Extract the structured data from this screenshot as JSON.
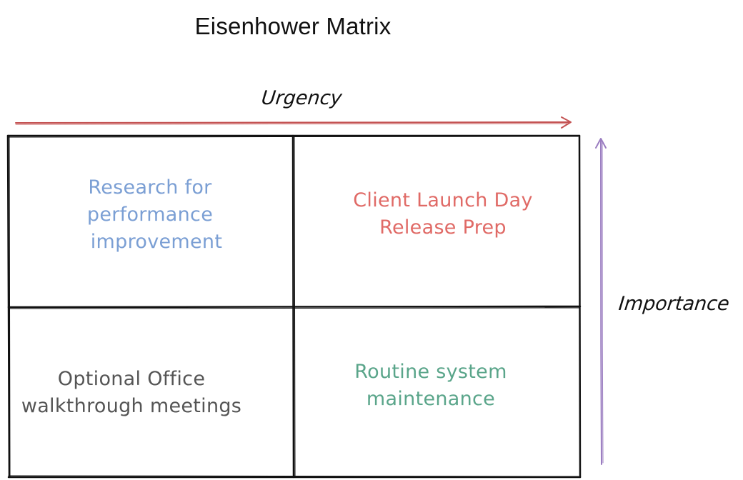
{
  "title": "Eisenhower Matrix",
  "axes": {
    "x_label": "Urgency",
    "y_label": "Importance"
  },
  "quadrants": {
    "top_left": {
      "lines": [
        "Research for",
        "performance",
        "improvement"
      ],
      "color": "#7b9fd4"
    },
    "top_right": {
      "lines": [
        "Client Launch Day",
        "Release Prep"
      ],
      "color": "#e06a66"
    },
    "bottom_left": {
      "lines": [
        "Optional Office",
        "walkthrough meetings"
      ],
      "color": "#555555"
    },
    "bottom_right": {
      "lines": [
        "Routine system",
        "maintenance"
      ],
      "color": "#5aa58a"
    }
  },
  "colors": {
    "urgency_arrow": "#c45353",
    "importance_arrow": "#9a7cc0",
    "grid": "#111111"
  }
}
